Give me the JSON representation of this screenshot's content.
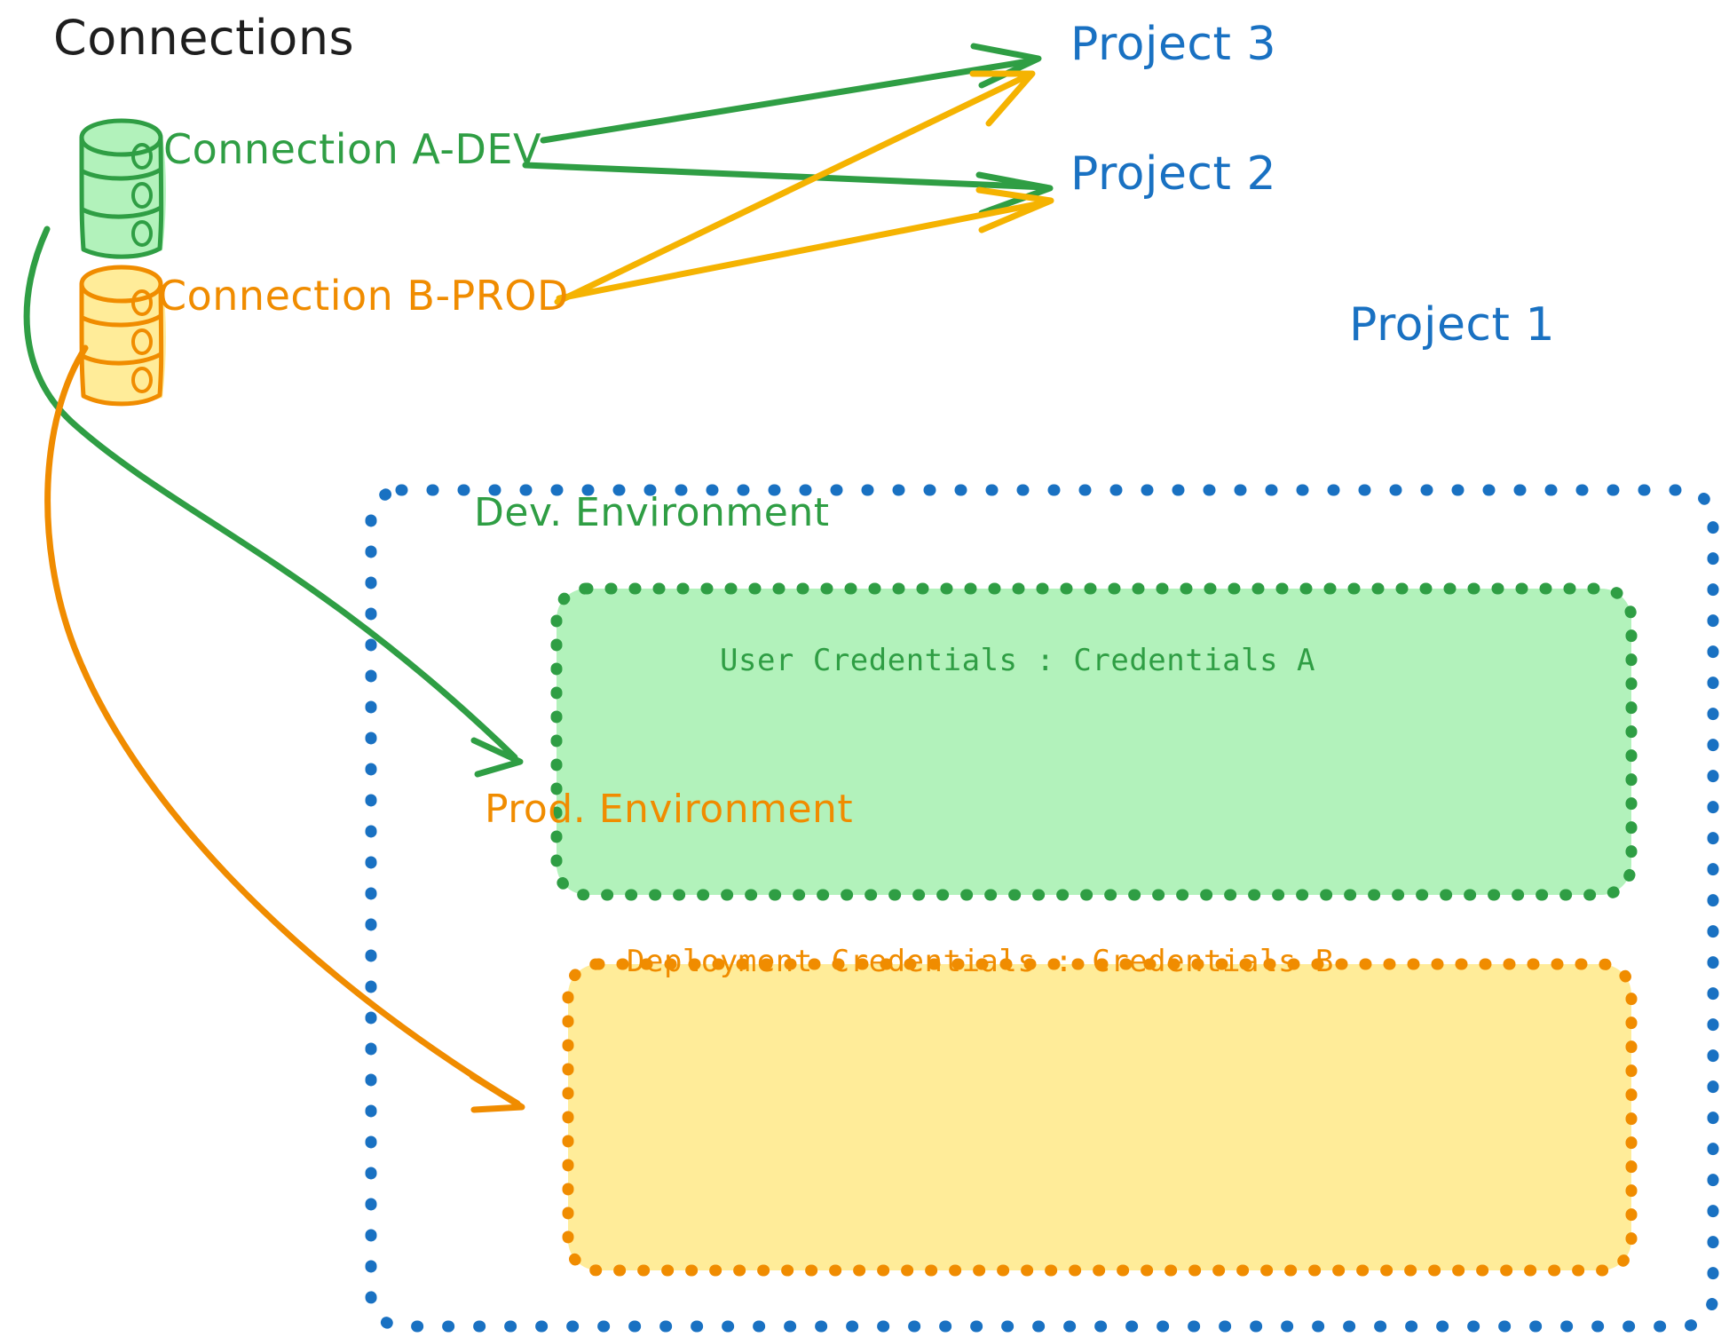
{
  "diagram": {
    "title": "Connections",
    "colors": {
      "green_stroke": "#2f9e44",
      "green_fill": "#b2f2bb",
      "orange_stroke": "#f08c00",
      "orange_fill": "#ffec99",
      "blue_stroke": "#1971c2",
      "title_color": "#1e1e1e",
      "background": "#ffffff"
    },
    "connections": [
      {
        "id": "connection-a-dev",
        "label": "Connection A-DEV",
        "color": "#2f9e44",
        "icon": "database-cylinder-icon",
        "targets": [
          "Project 3",
          "Project 2",
          "Dev. Environment"
        ]
      },
      {
        "id": "connection-b-prod",
        "label": "Connection B-PROD",
        "color": "#f08c00",
        "icon": "database-cylinder-icon",
        "targets": [
          "Project 3",
          "Project 2",
          "Prod. Environment"
        ]
      }
    ],
    "projects": [
      {
        "id": "project-3",
        "label": "Project 3"
      },
      {
        "id": "project-2",
        "label": "Project 2"
      },
      {
        "id": "project-1",
        "label": "Project 1"
      }
    ],
    "project_1_container": {
      "label": "Project 1",
      "border_style": "dotted",
      "border_color": "#1971c2",
      "environments": [
        {
          "id": "dev-environment",
          "title": "Dev. Environment",
          "credential_label": "User Credentials",
          "credential_value": "Credentials A",
          "credential_line": "User Credentials : Credentials A",
          "fill": "#b2f2bb",
          "border_color": "#2f9e44"
        },
        {
          "id": "prod-environment",
          "title": "Prod. Environment",
          "credential_label": "Deployment Credentials",
          "credential_value": "Credentials B",
          "credential_line": "Deployment Credentials : Credentials B",
          "fill": "#ffec99",
          "border_color": "#f08c00"
        }
      ]
    }
  }
}
